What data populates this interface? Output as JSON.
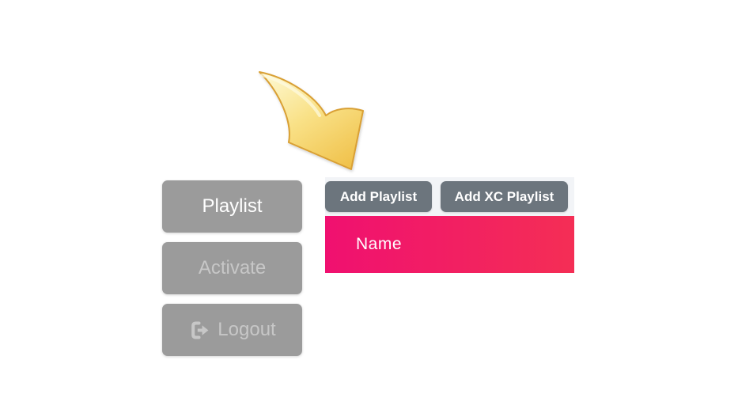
{
  "page": {
    "background": "#ffffff"
  },
  "arrow": {
    "description": "glossy 3d curved arrow pointing down at add-playlist buttons",
    "fill_light": "#fdf7cd",
    "fill_mid": "#f9e187",
    "fill_dark": "#f0c14a",
    "stroke": "#d9a035"
  },
  "sidebar": {
    "buttons": [
      {
        "label": "Playlist",
        "state": "active"
      },
      {
        "label": "Activate",
        "state": "muted"
      },
      {
        "label": "Logout",
        "state": "muted",
        "icon": "logout-icon"
      }
    ],
    "button_color": "#9b9b9b",
    "active_text_color": "#ffffff",
    "muted_text_color": "#c7c7c7"
  },
  "toolbar": {
    "add_playlist_label": "Add Playlist",
    "add_xc_playlist_label": "Add XC Playlist",
    "button_color": "#6c757d",
    "strip_color": "#f2f4f7"
  },
  "table": {
    "header": {
      "name_label": "Name"
    },
    "header_gradient_left": "#f01070",
    "header_gradient_right": "#f42e55",
    "header_text_color": "#ffffff"
  }
}
